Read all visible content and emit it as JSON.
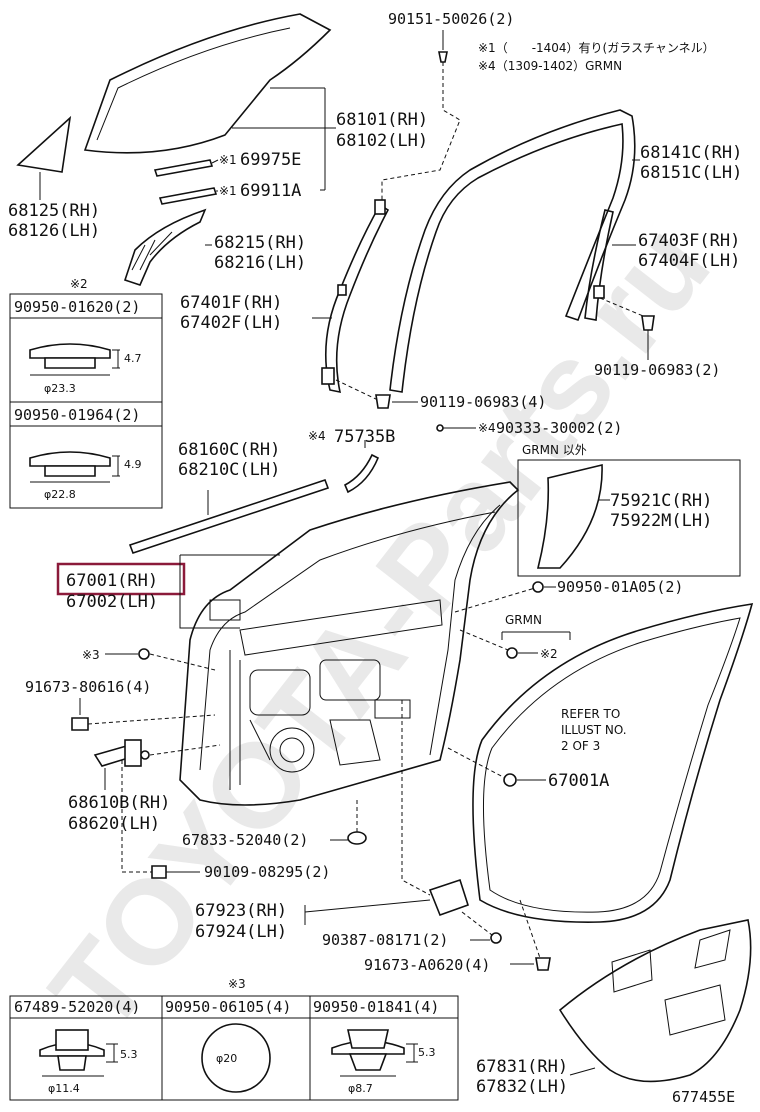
{
  "watermark": "TOYOTA-Parts.ru",
  "notes": {
    "n1": "※1（　　-1404）有り(ガラスチャンネル）",
    "n4": "※4（1309-1402）GRMN",
    "grmn_igai": "GRMN 以外",
    "grmn": "GRMN",
    "refer_1": "REFER TO",
    "refer_2": "ILLUST NO.",
    "refer_3": "2 OF 3",
    "mark2_top": "※2",
    "mark3_left": "※3",
    "mark3_bottom": "※3",
    "mark2_right": "※2",
    "mark4_a": "※4",
    "mark4_b": "※4",
    "mark1_a": "※1",
    "mark1_b": "※1"
  },
  "labels": {
    "p90151": "90151-50026(2)",
    "p68101": "68101(RH)",
    "p68102": "68102(LH)",
    "p69975": "69975E",
    "p69911": "69911A",
    "p68125": "68125(RH)",
    "p68126": "68126(LH)",
    "p68215": "68215(RH)",
    "p68216": "68216(LH)",
    "p68141": "68141C(RH)",
    "p68151": "68151C(LH)",
    "p67403": "67403F(RH)",
    "p67404": "67404F(LH)",
    "p67401": "67401F(RH)",
    "p67402": "67402F(LH)",
    "p90119a": "90119-06983(2)",
    "p90119b": "90119-06983(4)",
    "p90333": "90333-30002(2)",
    "p75735": "75735B",
    "p68160": "68160C(RH)",
    "p68210": "68210C(LH)",
    "p75921": "75921C(RH)",
    "p75922": "75922M(LH)",
    "p67001": "67001(RH)",
    "p67002": "67002(LH)",
    "p90950a05": "90950-01A05(2)",
    "p91673a": "91673-80616(4)",
    "p68610": "68610B(RH)",
    "p68620": "68620(LH)",
    "p67001a": "67001A",
    "p67833": "67833-52040(2)",
    "p90109": "90109-08295(2)",
    "p67923": "67923(RH)",
    "p67924": "67924(LH)",
    "p90387": "90387-08171(2)",
    "p91673b": "91673-A0620(4)",
    "p67831": "67831(RH)",
    "p67832": "67832(LH)",
    "illus_id": "677455E"
  },
  "boxes": {
    "b1_title": "90950-01620(2)",
    "b1_dim_h": "4.7",
    "b1_dim_d": "φ23.3",
    "b2_title": "90950-01964(2)",
    "b2_dim_h": "4.9",
    "b2_dim_d": "φ22.8",
    "b3_title": "67489-52020(4)",
    "b3_dim_h": "5.3",
    "b3_dim_d": "φ11.4",
    "b4_title": "90950-06105(4)",
    "b4_dim_d": "φ20",
    "b5_title": "90950-01841(4)",
    "b5_dim_h": "5.3",
    "b5_dim_d": "φ8.7"
  },
  "highlight": {
    "color": "#8b1a3a"
  }
}
